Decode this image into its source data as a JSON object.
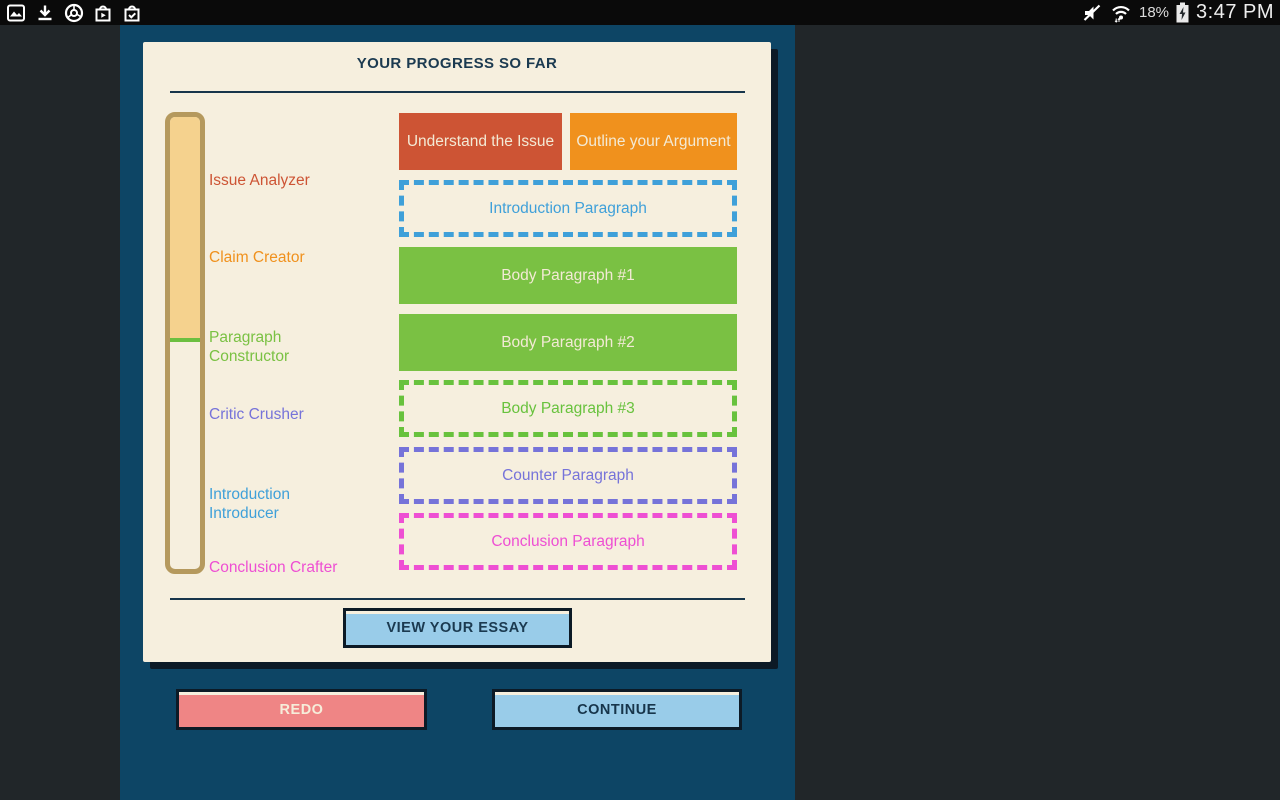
{
  "status_bar": {
    "time": "3:47 PM",
    "battery_percent": "18%",
    "left_icons": [
      "gallery",
      "downloads",
      "chrome",
      "play-store",
      "my-apps"
    ],
    "right_icons": [
      "volume-muted",
      "wifi",
      "battery-charging"
    ]
  },
  "card": {
    "title": "YOUR PROGRESS SO FAR",
    "milestones": [
      {
        "label": "Issue Analyzer",
        "color": "#cd5434",
        "status": "complete"
      },
      {
        "label": "Claim Creator",
        "color": "#f0911d",
        "status": "complete"
      },
      {
        "label": "Paragraph Constructor",
        "color": "#7ac143",
        "status": "current"
      },
      {
        "label": "Critic Crusher",
        "color": "#7673d9",
        "status": "upcoming"
      },
      {
        "label": "Introduction Introducer",
        "color": "#3fa0d9",
        "status": "upcoming"
      },
      {
        "label": "Conclusion Crafter",
        "color": "#ee4fd3",
        "status": "upcoming"
      }
    ],
    "meter": {
      "fill_percent": 49,
      "fill_color": "#f5d28e",
      "border_color": "#b5995d",
      "marker_color": "#6cbf40"
    },
    "blocks": [
      {
        "label": "Understand the Issue",
        "style": "solid",
        "color": "#cd5434"
      },
      {
        "label": "Outline your Argument",
        "style": "solid",
        "color": "#f0911d"
      },
      {
        "label": "Introduction Paragraph",
        "style": "dashed",
        "color": "#3fa0d9"
      },
      {
        "label": "Body Paragraph #1",
        "style": "solid",
        "color": "#7ac143"
      },
      {
        "label": "Body Paragraph #2",
        "style": "solid",
        "color": "#7ac143"
      },
      {
        "label": "Body Paragraph #3",
        "style": "dashed",
        "color": "#68c23d"
      },
      {
        "label": "Counter Paragraph",
        "style": "dashed",
        "color": "#7673d9"
      },
      {
        "label": "Conclusion Paragraph",
        "style": "dashed",
        "color": "#ee4fd3"
      }
    ],
    "view_essay_button": "VIEW YOUR ESSAY"
  },
  "footer": {
    "redo_button": "REDO",
    "continue_button": "CONTINUE"
  },
  "colors": {
    "background": "#212629",
    "panel": "#0d4565",
    "card": "#f6efde",
    "ink": "#1b3a50",
    "outline": "#0c1a26",
    "button_blue": "#99cce9",
    "button_pink": "#ef8585"
  }
}
